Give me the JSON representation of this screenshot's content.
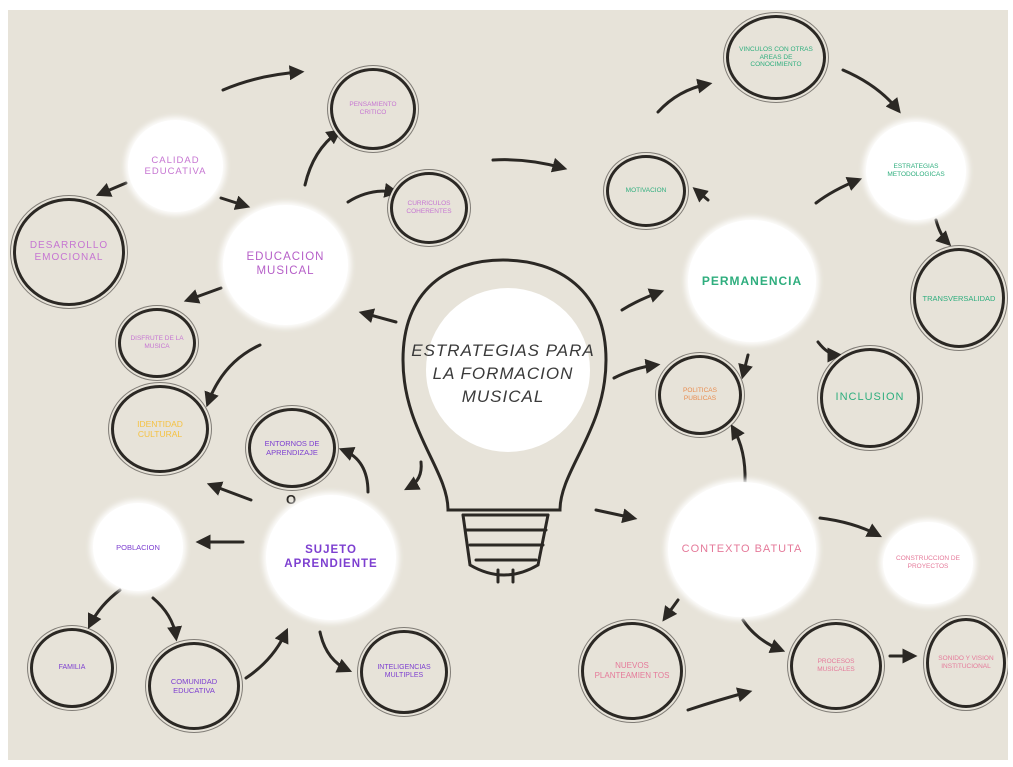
{
  "title": "ESTRATEGIAS  PARA LA FORMACION MUSICAL",
  "colors": {
    "background": "#e7e3d9",
    "outline": "#2b2824",
    "purple": "#b65fc8",
    "violet": "#7d3fd0",
    "green": "#2fae7e",
    "orange": "#e98c4e",
    "pink": "#e57a9a",
    "yellow": "#f5c242"
  },
  "nodes": {
    "educacion_musical": "EDUCACION MUSICAL",
    "calidad_educativa": "CALIDAD EDUCATIVA",
    "pensamiento_critico": "PENSAMIENTO CRITICO",
    "curriculos_coherentes": "CURRICULOS COHERENTES",
    "desarrollo_emocional": "DESARROLLO EMOCIONAL",
    "disfrute_musica": "DISFRUTE DE LA MUSICA",
    "identidad_cultural": "IDENTIDAD CULTURAL",
    "entornos_aprendizaje": "ENTORNOS DE APRENDIZAJE",
    "sujeto_aprendiente": "SUJETO APRENDIENTE",
    "poblacion": "POBLACION",
    "familia": "FAMILIA",
    "comunidad_educativa": "COMUNIDAD EDUCATIVA",
    "inteligencias_multiples": "INTELIGENCIAS MULTIPLES",
    "vinculos": "VINCULOS CON OTRAS AREAS DE CONOCIMIENTO",
    "motivacion": "MOTIVACION",
    "estrategias_metodologicas": "ESTRATEGIAS METODOLOGICAS",
    "permanencia": "PERMANENCIA",
    "transversalidad": "TRANSVERSALIDAD",
    "inclusion": "INCLUSION",
    "politicas_publicas": "POLITICAS PUBLICAS",
    "contexto_batuta": "CONTEXTO BATUTA",
    "construccion_proyectos": "CONSTRUCCION DE PROYECTOS",
    "nuevos_planteamientos": "NUEVOS PLANTEAMIEN TOS",
    "procesos_musicales": "PROCESOS MUSICALES",
    "sonido_vision": "SONIDO Y VISION INSTITUCIONAL"
  },
  "o_label": "O"
}
